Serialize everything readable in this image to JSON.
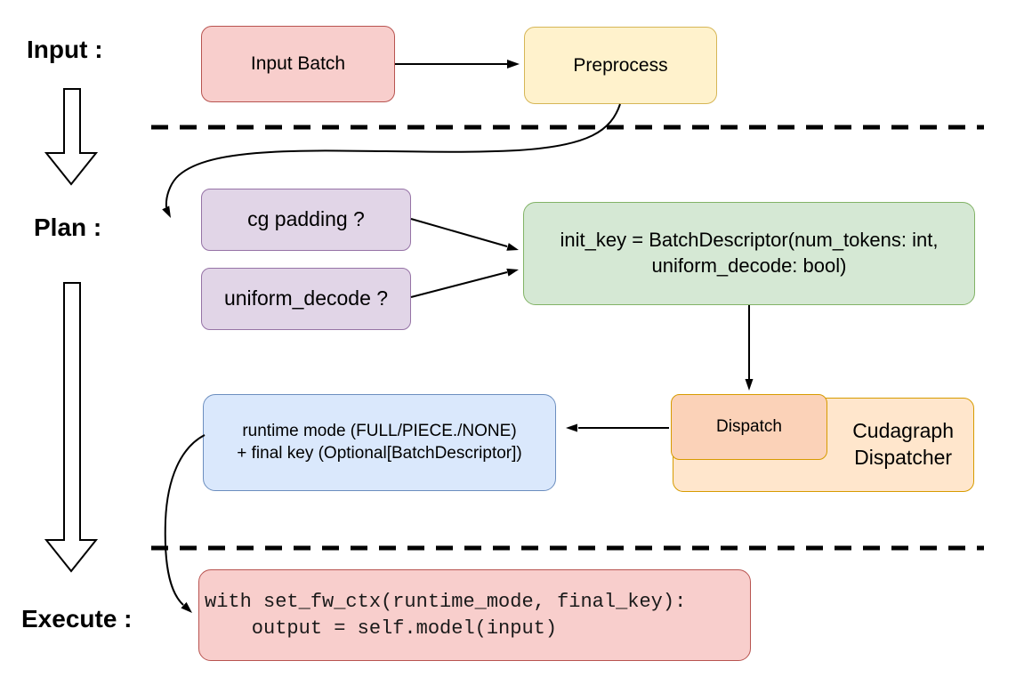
{
  "title": "Cudagraph dispatch flow diagram",
  "palette": {
    "red_fill": "#F8CECC",
    "red_stroke": "#B85450",
    "yellow_fill": "#FFF2CC",
    "yellow_stroke": "#D6B656",
    "purple_fill": "#E1D5E7",
    "purple_stroke": "#9673A6",
    "green_fill": "#D5E8D4",
    "green_stroke": "#82B366",
    "blue_fill": "#DAE8FC",
    "blue_stroke": "#6C8EBF",
    "orange_fill": "#FFE6CC",
    "orange_stroke": "#D79B00",
    "peach_fill": "#FBD2B8",
    "line_color": "#000000"
  },
  "stages": {
    "input": "Input :",
    "plan": "Plan :",
    "execute": "Execute :"
  },
  "nodes": {
    "input_batch": "Input Batch",
    "preprocess": "Preprocess",
    "cg_padding": "cg padding ?",
    "uniform_decode": "uniform_decode ?",
    "init_key": "init_key = BatchDescriptor(num_tokens: int,\nuniform_decode: bool)",
    "runtime_mode": "runtime mode (FULL/PIECE./NONE)\n+ final key (Optional[BatchDescriptor])",
    "dispatch": "Dispatch",
    "cudagraph_dispatcher": "Cudagraph\nDispatcher",
    "execute_code": "with set_fw_ctx(runtime_mode, final_key):\n    output = self.model(input)"
  }
}
